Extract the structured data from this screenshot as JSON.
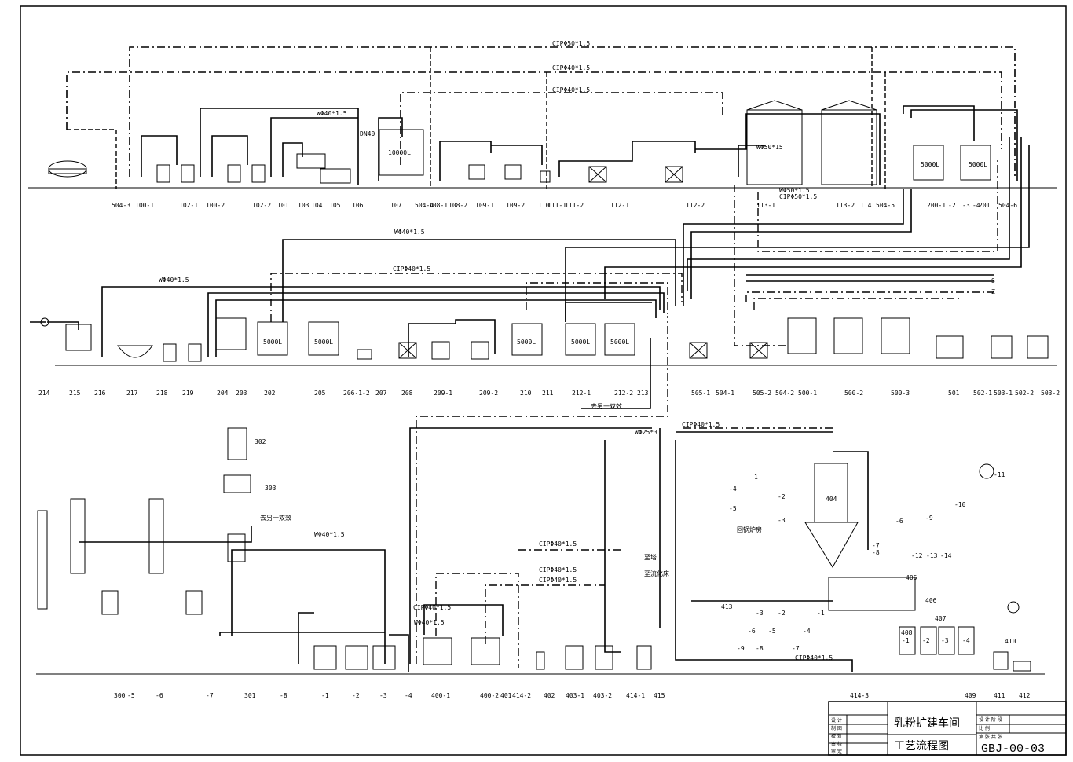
{
  "title_block": {
    "title_line1": "乳粉扩建车间",
    "title_line2": "工艺流程图",
    "drawing_no": "GBJ-00-03",
    "row_labels": [
      "设 计",
      "制 图",
      "校 对",
      "审 核",
      "审 定"
    ],
    "right_labels": [
      "设 计 阶 段",
      "比   例",
      "第   张  共   张"
    ]
  },
  "pipe_labels": {
    "cip050": "CIPΦ50*1.5",
    "cip040_a": "CIPΦ40*1.5",
    "cip040_b": "CIPΦ40*1.5",
    "w040_top": "WΦ40*1.5",
    "dn40": "DN40",
    "w050": "WΦ50*15",
    "w050b": "WΦ50*1.5",
    "cip050b": "CIPΦ50*1.5",
    "w040_mid": "WΦ40*1.5",
    "cip040_mid": "CIPΦ40*1.5",
    "w040_left": "WΦ40*1.5",
    "to_effect": "去另一双效",
    "w025": "WΦ25*3",
    "cip040_r3": "CIPΦ40*1.5",
    "w040_r3": "WΦ40*1.5",
    "to_effect2": "去另一双效",
    "cip040_b1": "CIPΦ40*1.5",
    "w040_b": "WΦ40*1.5",
    "cip040_c1": "CIPΦ40*1.5",
    "cip040_c2": "CIPΦ40*1.5",
    "cip040_c3": "CIPΦ40*1.5",
    "to_tower": "至塔",
    "to_bed": "至流化床",
    "cip040_bot": "CIPΦ40*1.5",
    "boiler": "回锅炉房"
  },
  "tank_labels": {
    "t107": "10000L",
    "t113a": "",
    "t200a": "5000L",
    "t200b": "5000L",
    "t202": "5000L",
    "t205": "5000L",
    "t210": "5000L",
    "t212a": "5000L",
    "t212b": "5000L"
  },
  "row1_numbers": [
    "504-3",
    "100-1",
    "102-1",
    "100-2",
    "102-2",
    "101",
    "103",
    "104",
    "105",
    "106",
    "107",
    "504-4",
    "108-1",
    "108-2",
    "109-1",
    "109-2",
    "110",
    "111-1",
    "111-2",
    "112-1",
    "112-2",
    "113-1",
    "113-2",
    "114",
    "504-5",
    "200-1",
    "-2",
    "-3",
    "-4",
    "201",
    "504-6"
  ],
  "row2_numbers": [
    "214",
    "215",
    "216",
    "217",
    "218",
    "219",
    "204",
    "203",
    "202",
    "205",
    "206-1",
    "-2",
    "207",
    "208",
    "209-1",
    "209-2",
    "210",
    "211",
    "212-1",
    "212-2",
    "213",
    "505-1",
    "504-1",
    "505-2",
    "504-2",
    "500-1",
    "500-2",
    "500-3",
    "501",
    "502-1",
    "503-1",
    "502-2",
    "503-2"
  ],
  "row3_numbers": [
    "300",
    "-5",
    "-6",
    "-7",
    "301",
    "-8",
    "-1",
    "-2",
    "-3",
    "-4",
    "400-1",
    "400-2",
    "401",
    "414-2",
    "402",
    "403-1",
    "403-2",
    "414-1",
    "415",
    "414-3",
    "409",
    "411",
    "412"
  ],
  "equip_labels": {
    "e302": "302",
    "e303": "303",
    "e404": "404",
    "e405": "405",
    "e406": "406",
    "e407": "407",
    "e413": "413",
    "e410": "410",
    "e408": "408",
    "e11": "-11",
    "e10": "-10",
    "e9": "-9",
    "e6": "-6",
    "e7": "-7",
    "e8": "-8",
    "e12": "-12",
    "e13": "-13",
    "e14": "-14",
    "r4": "-4",
    "r5": "-5",
    "r2": "-2",
    "r3": "-3",
    "r1": "1",
    "s3": "-3",
    "s2": "-2",
    "s1": "-1",
    "s6": "-6",
    "s5": "-5",
    "s4": "-4",
    "s9": "-9",
    "s8": "-8",
    "s7": "-7",
    "p1": "-1",
    "p2": "-2",
    "p3": "-3",
    "p4": "-4",
    "S": "S",
    "Z": "Z"
  }
}
